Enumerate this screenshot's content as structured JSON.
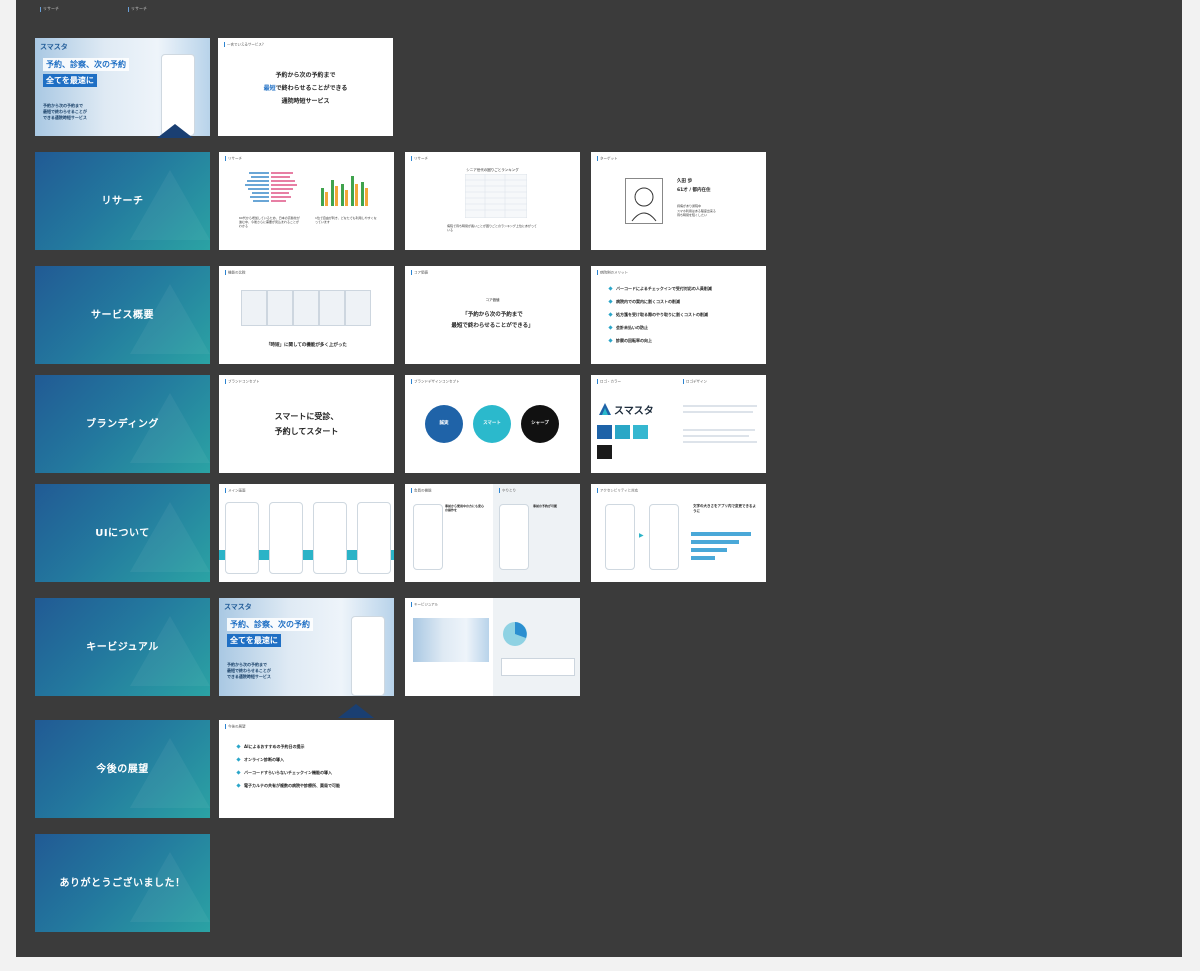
{
  "top_labels": [
    "リサーチ",
    "リサーチ"
  ],
  "cover": {
    "logo": "スマスタ",
    "headline1": "予約、診察、次の予約",
    "headline2": "全てを最速に",
    "body": "予約から次の予約まで\n最短で終わらせることが\nできる通院時短サービス"
  },
  "what": {
    "header": "一言でいえるサービス？",
    "line1": "予約から次の予約まで",
    "line2a": "最短",
    "line2b": "で終わらせることができる",
    "line3": "通院時短サービス"
  },
  "sections": [
    {
      "label": "リサーチ"
    },
    {
      "label": "サービス概要"
    },
    {
      "label": "ブランディング"
    },
    {
      "label": "UIについて"
    },
    {
      "label": "キービジュアル"
    },
    {
      "label": "今後の展望"
    },
    {
      "label": "ありがとうございました！"
    }
  ],
  "research1": {
    "header": "リサーチ",
    "note_left": "60代から増加しているため、日本の高齢化が進む中、今後さらに需要が見込まれることがわかる",
    "note_right": "1位で自由が利き、どなたでも利用しやすくなっています"
  },
  "research2": {
    "header": "リサーチ",
    "title": "シニア世代の困りごとランキング",
    "note": "病院で待ち時間が長いことが困りごとのランキング上位にあがっている"
  },
  "target": {
    "header": "ターゲット",
    "name": "久田 歩",
    "meta": "61才 / 都内在住",
    "details": "持病があり通院中\nスマホ利用はある程度出来る\n待ち時間を短くしたい"
  },
  "features": {
    "header": "機能の比較",
    "caption": "「時短」に関しての機能が多く上がった"
  },
  "core": {
    "header": "コア価値",
    "label": "コア価値",
    "line1": "「予約から次の予約まで",
    "line2": "最短で終わらせることができる」"
  },
  "merits": {
    "header": "病院側のメリット",
    "items": [
      "バーコードによるチェックインで受付対応の人員削減",
      "病院内での案内に割くコストの削減",
      "処方箋を受け取る際のやり取りに割くコストの削減",
      "会計未払いの防止",
      "診察の回転率の向上"
    ]
  },
  "brand_concept": {
    "header": "ブランドコンセプト",
    "line1": "スマートに受診、",
    "line2": "予約してスタート"
  },
  "design_concept": {
    "header": "ブランドデザインコンセプト",
    "c1": "誠実",
    "c2": "スマート",
    "c3": "シャープ"
  },
  "logo_color": {
    "header": "ロゴ・カラー",
    "header2": "ロゴデザイン",
    "logo": "スマスタ",
    "colors": [
      "#1e63a8",
      "#2aa7c6",
      "#35b7d0",
      "#1a1a1a"
    ]
  },
  "ui1": {
    "header": "メイン画面"
  },
  "ui2": {
    "header": "会員の機能",
    "header2": "やりとり",
    "text1": "事前から使用中の方にも安心の操作を",
    "text2": "事前の予約が可能"
  },
  "ui3": {
    "header": "アクセシビリティと対応",
    "text": "文字の大きさをアプリ内で変更できるように"
  },
  "kv_slide": {
    "logo": "スマスタ",
    "headline1": "予約、診察、次の予約",
    "headline2": "全てを最速に",
    "body": "予約から次の予約まで\n最短で終わらせることが\nできる通院時短サービス"
  },
  "kv2": {
    "header": "キービジュアル"
  },
  "future": {
    "header": "今後の展望",
    "items": [
      "AIによるおすすめの予約日の提示",
      "オンライン診断の導入",
      "バーコードすらいらないチェックイン機能の導入",
      "電子カルテの共有が複数の病院や診療所、薬局で可能"
    ]
  }
}
